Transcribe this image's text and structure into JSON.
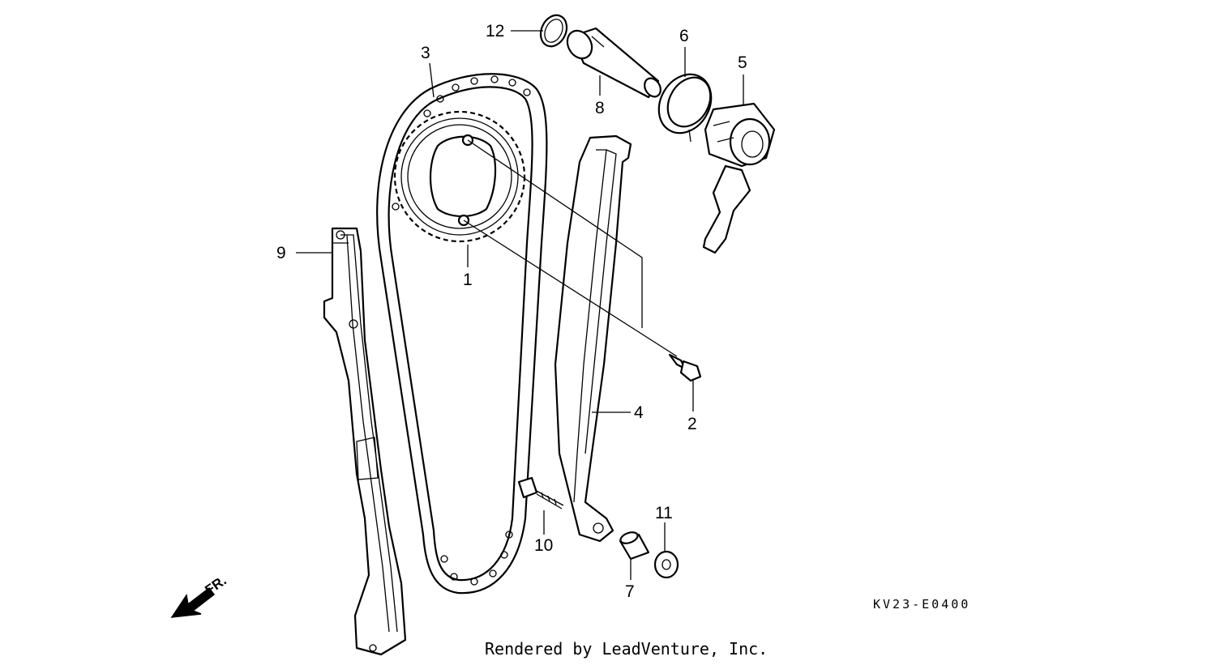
{
  "callouts": {
    "c1": "1",
    "c2": "2",
    "c3": "3",
    "c4": "4",
    "c5": "5",
    "c6": "6",
    "c7": "7",
    "c8": "8",
    "c9": "9",
    "c10": "10",
    "c11": "11",
    "c12": "12"
  },
  "direction_label": "FR.",
  "reference_code": "KV23-E0400",
  "footer": "Rendered by LeadVenture, Inc."
}
